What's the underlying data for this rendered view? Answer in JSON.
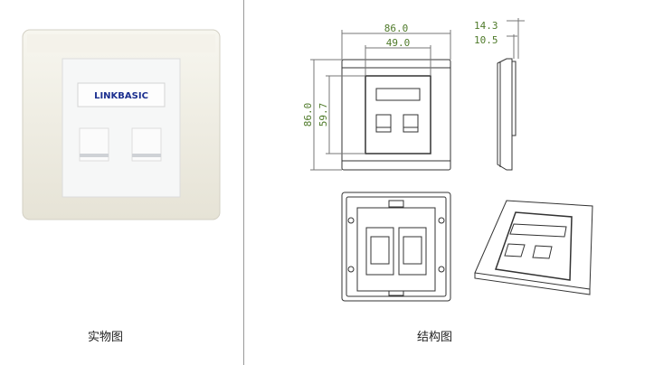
{
  "photo": {
    "brand": "LINKBASIC",
    "caption": "实物图"
  },
  "drawing": {
    "caption": "结构图",
    "dimensions": {
      "width_outer": "86.0",
      "width_module": "49.0",
      "height_outer": "86.0",
      "height_module": "59.7",
      "depth_total": "14.3",
      "depth_base": "10.5"
    }
  },
  "colors": {
    "dimension_text": "#4f7a2a",
    "plate": "#f1efe6",
    "brand": "#1b2f8f"
  }
}
